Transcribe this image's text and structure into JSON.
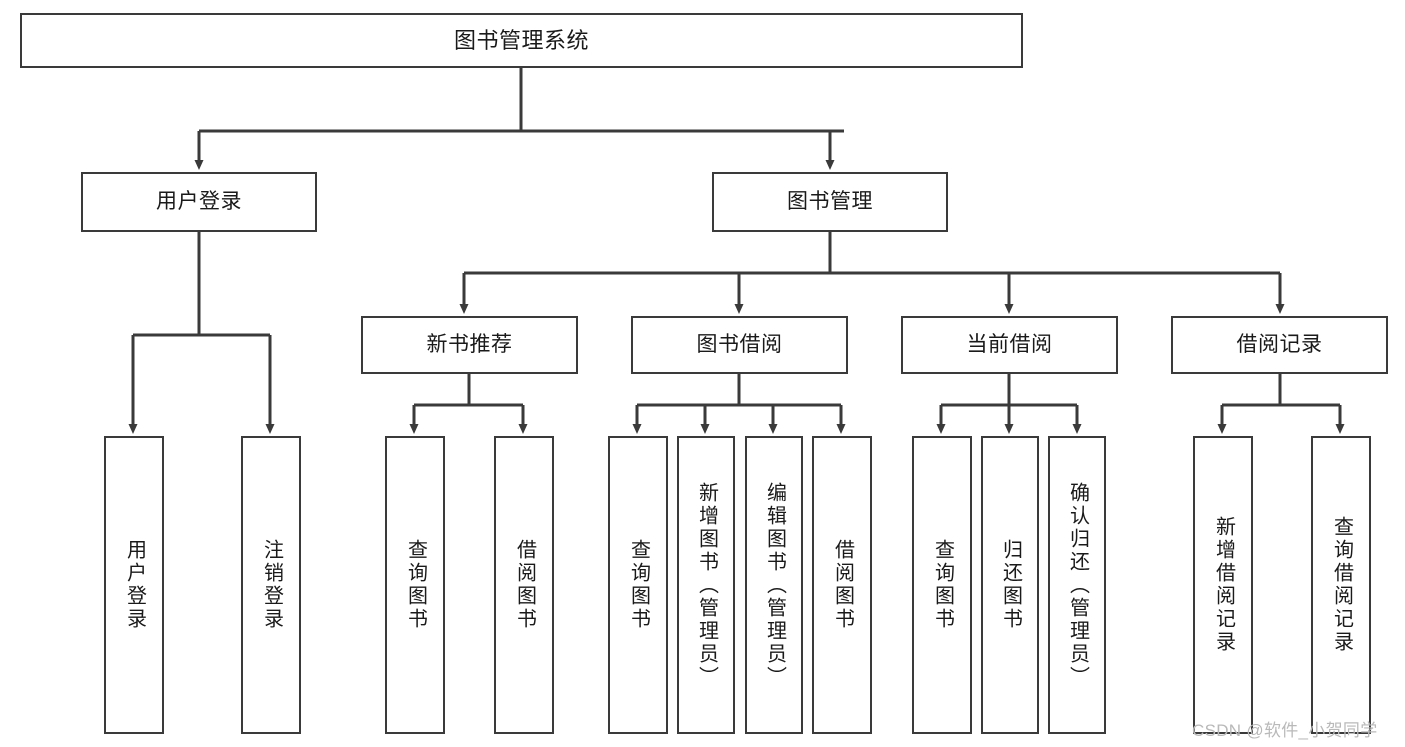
{
  "diagram": {
    "type": "tree-hierarchy",
    "title": "图书管理系统",
    "orientation": "top-down",
    "colors": {
      "box_border": "#3a3a3a",
      "box_fill": "#ffffff",
      "edge": "#3a3a3a",
      "text": "#1a1a1a",
      "watermark": "#b9b9b9"
    },
    "nodes": {
      "root": {
        "label": "图书管理系统"
      },
      "level2": [
        {
          "id": "user-login",
          "label": "用户登录"
        },
        {
          "id": "book-manage",
          "label": "图书管理"
        }
      ],
      "level3": [
        {
          "id": "new-book-rec",
          "label": "新书推荐"
        },
        {
          "id": "book-borrow",
          "label": "图书借阅"
        },
        {
          "id": "current-borrow",
          "label": "当前借阅"
        },
        {
          "id": "borrow-record",
          "label": "借阅记录"
        }
      ],
      "leaves": {
        "user-login": [
          {
            "id": "leaf-user-login",
            "label": "用户登录"
          },
          {
            "id": "leaf-logout",
            "label": "注销登录"
          }
        ],
        "new-book-rec": [
          {
            "id": "leaf-query-book-1",
            "label": "查询图书"
          },
          {
            "id": "leaf-borrow-book-1",
            "label": "借阅图书"
          }
        ],
        "book-borrow": [
          {
            "id": "leaf-query-book-2",
            "label": "查询图书"
          },
          {
            "id": "leaf-add-book",
            "label": "新增图书（管理员）"
          },
          {
            "id": "leaf-edit-book",
            "label": "编辑图书（管理员）"
          },
          {
            "id": "leaf-borrow-book-2",
            "label": "借阅图书"
          }
        ],
        "current-borrow": [
          {
            "id": "leaf-query-book-3",
            "label": "查询图书"
          },
          {
            "id": "leaf-return-book",
            "label": "归还图书"
          },
          {
            "id": "leaf-confirm-return",
            "label": "确认归还（管理员）"
          }
        ],
        "borrow-record": [
          {
            "id": "leaf-add-record",
            "label": "新增借阅记录"
          },
          {
            "id": "leaf-query-record",
            "label": "查询借阅记录"
          }
        ]
      }
    },
    "watermark": "CSDN @软件_小贺同学"
  }
}
